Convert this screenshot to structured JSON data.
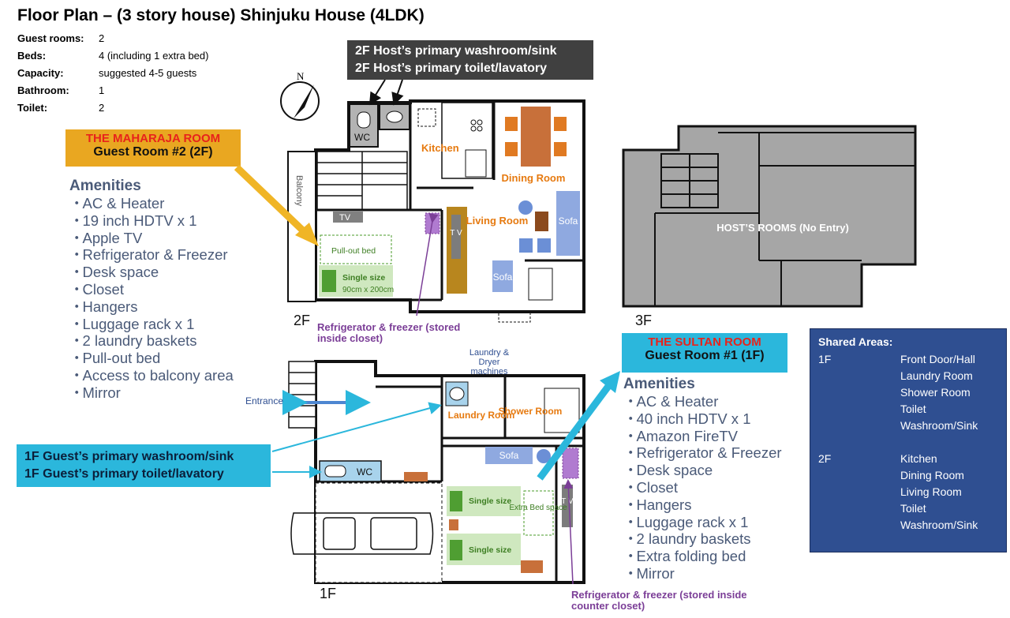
{
  "title": "Floor Plan – (3 story house) Shinjuku House (4LDK)",
  "facts": [
    {
      "label": "Guest rooms:",
      "value": "2"
    },
    {
      "label": "Beds:",
      "value": "4 (including 1 extra bed)"
    },
    {
      "label": "Capacity:",
      "value": "suggested 4-5 guests"
    },
    {
      "label": "Bathroom:",
      "value": "1"
    },
    {
      "label": "Toilet:",
      "value": "2"
    }
  ],
  "host_callout": {
    "line1": "2F Host’s primary washroom/sink",
    "line2": "2F Host’s primary toilet/lavatory"
  },
  "maharaja": {
    "name": "THE MAHARAJA ROOM",
    "sub": "Guest Room #2 (2F)"
  },
  "maharaja_amenities": {
    "heading": "Amenities",
    "items": [
      "AC & Heater",
      "19 inch HDTV x 1",
      "Apple TV",
      "Refrigerator & Freezer",
      "Desk space",
      "Closet",
      "Hangers",
      "Luggage rack x 1",
      "2 laundry baskets",
      "Pull-out bed",
      "Access to balcony area",
      "Mirror"
    ]
  },
  "sultan": {
    "name": "THE SULTAN ROOM",
    "sub": "Guest Room #1 (1F)"
  },
  "sultan_amenities": {
    "heading": "Amenities",
    "items": [
      "AC & Heater",
      "40 inch HDTV x 1",
      "Amazon FireTV",
      "Refrigerator & Freezer",
      "Desk space",
      "Closet",
      "Hangers",
      "Luggage rack x 1",
      "2 laundry baskets",
      "Extra folding bed",
      "Mirror"
    ]
  },
  "guest_callout": {
    "line1": "1F Guest’s primary washroom/sink",
    "line2": "1F Guest’s primary toilet/lavatory"
  },
  "shared": {
    "heading": "Shared Areas:",
    "groups": [
      {
        "floor": "1F",
        "areas": [
          "Front Door/Hall",
          "Laundry Room",
          "Shower Room",
          "Toilet",
          "Washroom/Sink"
        ]
      },
      {
        "floor": "2F",
        "areas": [
          "Kitchen",
          "Dining Room",
          "Living Room",
          "Toilet",
          "Washroom/Sink"
        ]
      }
    ]
  },
  "plan_2f": {
    "floor": "2F",
    "compass": "N",
    "wc": "WC",
    "kitchen": "Kitchen",
    "dining": "Dining Room",
    "living": "Living Room",
    "sofa1": "Sofa",
    "sofa2": "Sofa",
    "tv_small": "TV",
    "tv_tall": "T V",
    "balcony": "Balcony",
    "pullout": "Pull-out bed",
    "single": "Single size",
    "single_dim": "90cm x 200cm",
    "fridge_note": "Refrigerator & freezer (stored inside closet)"
  },
  "plan_3f": {
    "floor": "3F",
    "host_rooms": "HOST’S ROOMS (No Entry)"
  },
  "plan_1f": {
    "floor": "1F",
    "entrance": "Entrance",
    "laundry_machines": "Laundry & Dryer machines",
    "laundry_room": "Laundry Room",
    "shower_room": "Shower Room",
    "wc": "WC",
    "sofa": "Sofa",
    "single1": "Single size",
    "single2": "Single size",
    "extra_bed": "Extra Bed space",
    "tv": "T V",
    "fridge_note": "Refrigerator & freezer (stored inside counter closet)"
  },
  "colors": {
    "orange": "#e9a721",
    "cyan": "#2bb7dc",
    "navy": "#2f4f91",
    "dark": "#404040",
    "red": "#e8231b",
    "purple": "#7b3e97"
  }
}
